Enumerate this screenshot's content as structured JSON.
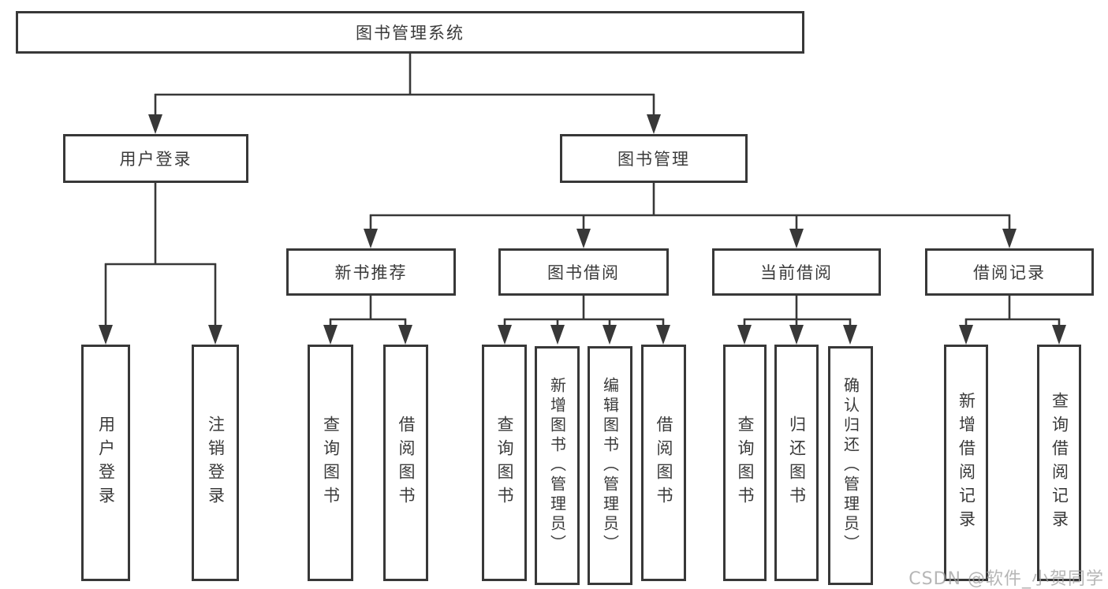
{
  "diagram": {
    "type": "hierarchy-tree",
    "root": {
      "label": "图书管理系统",
      "children": [
        {
          "label": "用户登录",
          "children": [
            {
              "label": "用户登录"
            },
            {
              "label": "注销登录"
            }
          ]
        },
        {
          "label": "图书管理",
          "children": [
            {
              "label": "新书推荐",
              "children": [
                {
                  "label": "查询图书"
                },
                {
                  "label": "借阅图书"
                }
              ]
            },
            {
              "label": "图书借阅",
              "children": [
                {
                  "label": "查询图书"
                },
                {
                  "label": "新增图书（管理员）"
                },
                {
                  "label": "编辑图书（管理员）"
                },
                {
                  "label": "借阅图书"
                }
              ]
            },
            {
              "label": "当前借阅",
              "children": [
                {
                  "label": "查询图书"
                },
                {
                  "label": "归还图书"
                },
                {
                  "label": "确认归还（管理员）"
                }
              ]
            },
            {
              "label": "借阅记录",
              "children": [
                {
                  "label": "新增借阅记录"
                },
                {
                  "label": "查询借阅记录"
                }
              ]
            }
          ]
        }
      ]
    }
  },
  "watermark": {
    "text": "CSDN @软件_小贺同学"
  },
  "colors": {
    "line": "#383838",
    "text": "#3a3a3a",
    "box_background": "#ffffff",
    "page_background": "#ffffff",
    "watermark": "#9e9e9e"
  }
}
